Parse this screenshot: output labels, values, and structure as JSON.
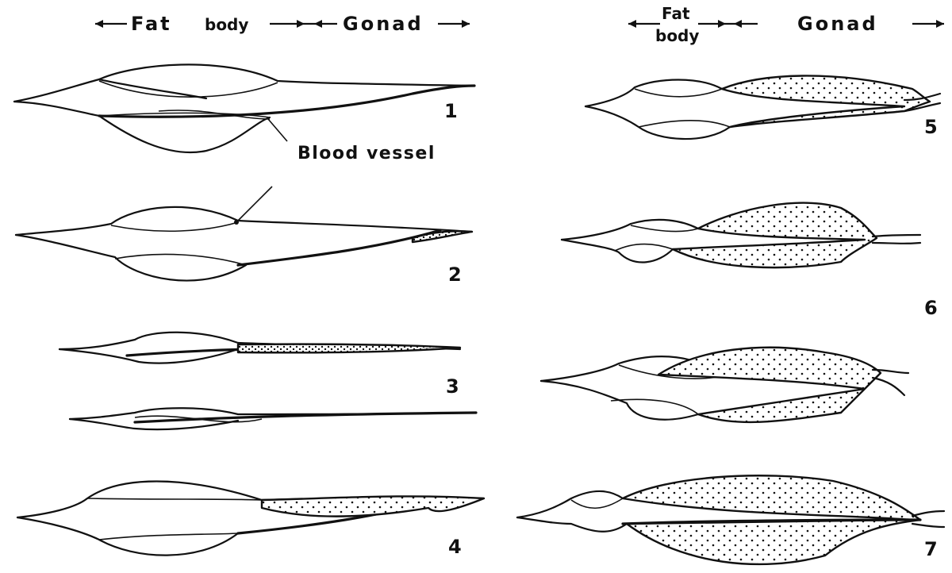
{
  "left_header": {
    "fat": "Fat",
    "body": "body",
    "gonad": "Gonad"
  },
  "right_header": {
    "fat": "Fat",
    "body": "body",
    "gonad": "Gonad"
  },
  "annotation": "Blood vessel",
  "stages": [
    "1",
    "2",
    "3",
    "4",
    "5",
    "6",
    "7"
  ],
  "colors": {
    "ink": "#111111",
    "background": "#ffffff",
    "stipple_dot": "#111111"
  }
}
